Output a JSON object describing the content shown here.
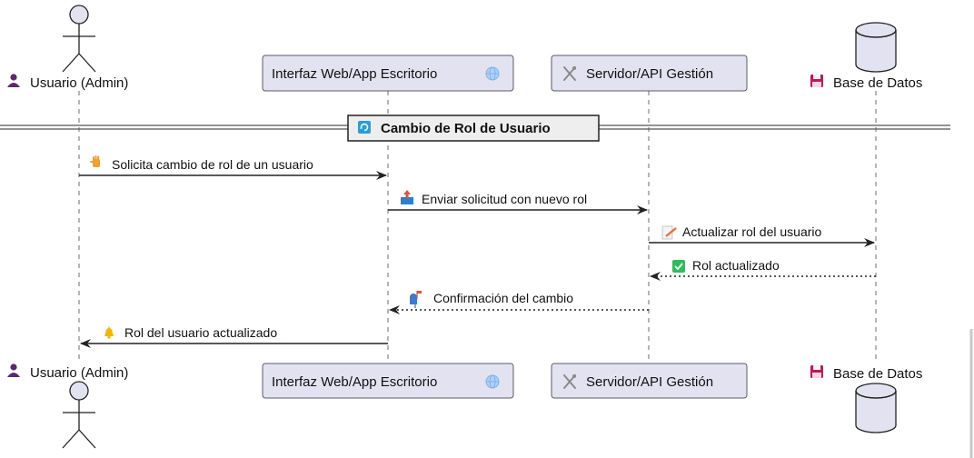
{
  "participants": {
    "user": {
      "label": "Usuario (Admin)",
      "icon": "user-icon",
      "icon_color": "#5a2a6e"
    },
    "app": {
      "label": "Interfaz Web/App Escritorio",
      "icon": "globe-icon",
      "icon_color": "#7fb2ea"
    },
    "api": {
      "label": "Servidor/API Gestión",
      "icon": "tools-icon",
      "icon_color": "#8a8a8a"
    },
    "db": {
      "label": "Base de Datos",
      "icon": "floppy-icon",
      "icon_color": "#c2185b"
    }
  },
  "section": {
    "title": "Cambio de Rol de Usuario",
    "icon": "refresh-icon",
    "icon_color": "#2a9fd6"
  },
  "messages": [
    {
      "label": "Solicita cambio de rol de un usuario",
      "icon": "hand-icon",
      "icon_color": "#f0a030",
      "from": "user",
      "to": "app",
      "style": "solid"
    },
    {
      "label": "Enviar solicitud con nuevo rol",
      "icon": "outbox-icon",
      "icon_color": "#2f7fd0",
      "from": "app",
      "to": "api",
      "style": "solid"
    },
    {
      "label": "Actualizar rol del usuario",
      "icon": "memo-icon",
      "icon_color": "#e8743b",
      "from": "api",
      "to": "db",
      "style": "solid"
    },
    {
      "label": "Rol actualizado",
      "icon": "check-icon",
      "icon_color": "#2ebd59",
      "from": "db",
      "to": "api",
      "style": "dashed"
    },
    {
      "label": "Confirmación del cambio",
      "icon": "mailbox-icon",
      "icon_color": "#3a7bd5",
      "from": "api",
      "to": "app",
      "style": "dashed"
    },
    {
      "label": "Rol del usuario actualizado",
      "icon": "bell-icon",
      "icon_color": "#f4b400",
      "from": "app",
      "to": "user",
      "style": "solid"
    }
  ],
  "colors": {
    "participant_fill": "#e2e2f0",
    "participant_border": "#5b5b6b",
    "line": "#222222",
    "lifeline": "#6e6e6e"
  }
}
